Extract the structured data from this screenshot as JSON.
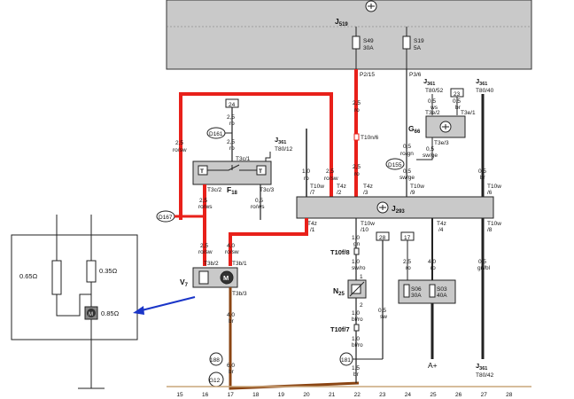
{
  "relays": {
    "j519": {
      "name": "J",
      "sub": "519"
    },
    "j293": {
      "name": "J",
      "sub": "293"
    },
    "j361_top": {
      "name": "J",
      "sub": "361",
      "pin": "T80/52"
    },
    "j361_top2": {
      "name": "J",
      "sub": "361",
      "pin": "T80/40"
    },
    "j361_mid": {
      "name": "J",
      "sub": "361",
      "pin": "T80/12"
    },
    "j361_bot": {
      "name": "J",
      "sub": "361",
      "pin": "T80/42"
    }
  },
  "fuses": {
    "s49": {
      "label": "S49",
      "rating": "30A"
    },
    "s19": {
      "label": "S19",
      "rating": "5A"
    },
    "s06": {
      "label": "S06",
      "rating": "30A"
    },
    "s03": {
      "label": "S03",
      "rating": "40A"
    }
  },
  "components": {
    "f18": {
      "name": "F",
      "sub": "18"
    },
    "g66": {
      "name": "G",
      "sub": "66"
    },
    "n25": {
      "name": "N",
      "sub": "25"
    },
    "v7": {
      "name": "V",
      "sub": "7"
    }
  },
  "connectors": {
    "p2_15": "P2/15",
    "p3_6": "P3/6",
    "t10n_6": "T10n/6",
    "t3e_2": "T3e/2",
    "t3e_1": "T3e/1",
    "t3e_3": "T3e/3",
    "t3c_1": "T3c/1",
    "t3c_2": "T3c/2",
    "t3c_3": "T3c/3",
    "t10w_7": "T10w",
    "t10w_7b": "/7",
    "t4z_2a": "T4z",
    "t4z_2b": "/2",
    "t4z_3a": "T4z",
    "t4z_3b": "/3",
    "t10w_9a": "T10w",
    "t10w_9b": "/9",
    "t10w_6a": "T10w",
    "t10w_6b": "/6",
    "t4z_1a": "T4z",
    "t4z_1b": "/1",
    "t10w_10a": "T10w",
    "t10w_10b": "/10",
    "t4z_4a": "T4z",
    "t4z_4b": "/4",
    "t10w_8a": "T10w",
    "t10w_8b": "/8",
    "t3b_2": "T3b/2",
    "t3b_1": "T3b/1",
    "t3b_3": "T3b/3",
    "t10f_8": "T10f/8",
    "t10f_7": "T10f/7",
    "pin1": "1",
    "pin2": "2"
  },
  "wires": {
    "w_25_ro_sw_a": {
      "size": "2,5",
      "color": "ro/sw"
    },
    "w_25_ro_sw_b": {
      "size": "2,5",
      "color": "ro/sw"
    },
    "w_25_ro_sw_c": {
      "size": "2,5",
      "color": "ro/sw"
    },
    "w_25_ro_a": {
      "size": "2,5",
      "color": "ro"
    },
    "w_25_ro_b": {
      "size": "2,5",
      "color": "ro"
    },
    "w_25_ro_c": {
      "size": "2,5",
      "color": "ro"
    },
    "w_25_ro_d": {
      "size": "2,5",
      "color": "ro"
    },
    "w_25_ro_ws": {
      "size": "2,5",
      "color": "ro/ws"
    },
    "w_05_ro_ws": {
      "size": "0,5",
      "color": "ro/ws"
    },
    "w_10_ro": {
      "size": "1,0",
      "color": "ro"
    },
    "w_05_ws": {
      "size": "0,5",
      "color": "ws"
    },
    "w_05_br_a": {
      "size": "0,5",
      "color": "br"
    },
    "w_05_ro_gn": {
      "size": "0,5",
      "color": "ro/gn"
    },
    "w_05_sw_ge_a": {
      "size": "0,5",
      "color": "sw/ge"
    },
    "w_05_sw_ge_b": {
      "size": "0,5",
      "color": "sw/ge"
    },
    "w_05_br_b": {
      "size": "0,5",
      "color": "br"
    },
    "w_40_ro_sw": {
      "size": "4,0",
      "color": "ro/sw"
    },
    "w_10_gn": {
      "size": "1,0",
      "color": "gn"
    },
    "w_10_sw_ro": {
      "size": "1,0",
      "color": "sw/ro"
    },
    "w_10_bl_ro": {
      "size": "1,0",
      "color": "bl/ro"
    },
    "w_15_br": {
      "size": "1,5",
      "color": "br"
    },
    "w_25_ro_bot": {
      "size": "2,5",
      "color": "ro"
    },
    "w_40_ro": {
      "size": "4,0",
      "color": "ro"
    },
    "w_05_gn_bl": {
      "size": "0,5",
      "color": "gn/bl"
    },
    "w_40_br": {
      "size": "4,0",
      "color": "br"
    },
    "w_60_br": {
      "size": "6,0",
      "color": "br"
    },
    "w_05_sw": {
      "size": "0,5",
      "color": "sw"
    },
    "w_10_bl_ro_b": {
      "size": "1,0",
      "color": "bl/ro"
    }
  },
  "nodes": {
    "d161": "D161",
    "d167": "D167",
    "d155": "D155",
    "n24": "24",
    "n23": "23",
    "n28": "28",
    "n17": "17",
    "n188": "188",
    "g12": "G12",
    "n181": "181",
    "aplus": "A+"
  },
  "switch_labels": {
    "t_left": "T",
    "t_right": "T"
  },
  "inset": {
    "r1": "0.65Ω",
    "r2": "0.35Ω",
    "motor": "0.85Ω",
    "motor_glyph": "M"
  },
  "motor_glyph": "M",
  "ruler": [
    "15",
    "16",
    "17",
    "18",
    "19",
    "20",
    "21",
    "22",
    "23",
    "24",
    "25",
    "26",
    "27",
    "28"
  ]
}
